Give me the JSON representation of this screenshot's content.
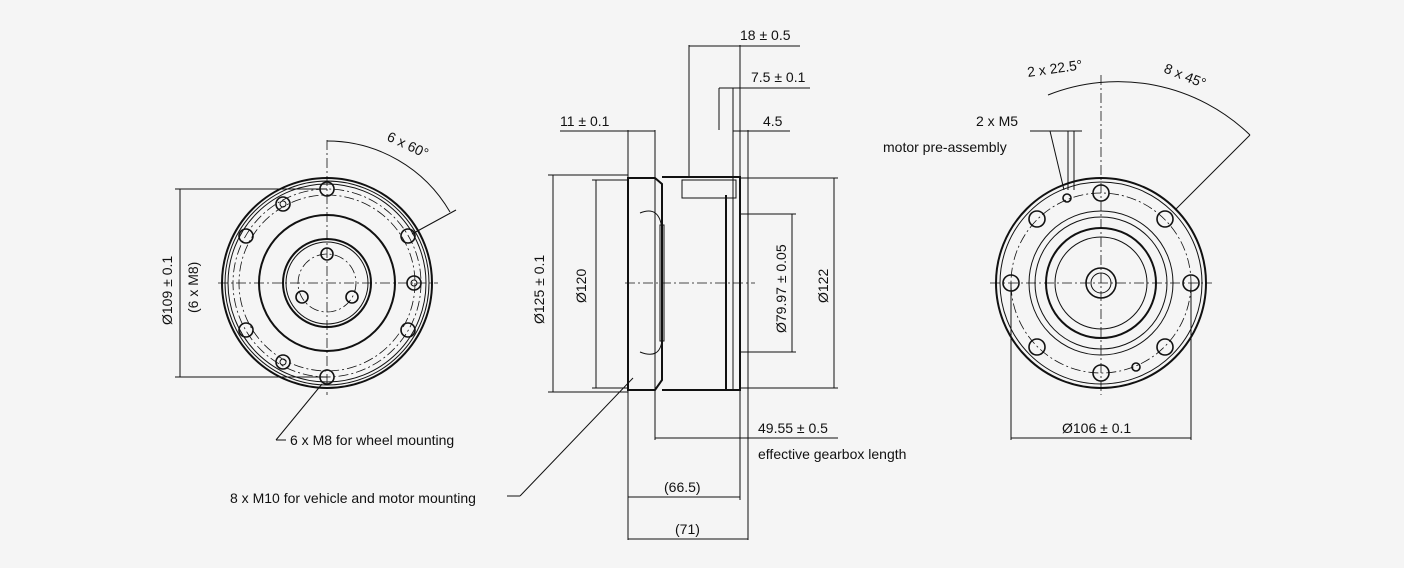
{
  "left_view": {
    "angle_label": "6 x 60°",
    "diameter_label": "Ø109 ± 0.1",
    "thread_label": "(6 x M8)",
    "callout_wheel": "6 x M8 for wheel mounting",
    "callout_vehicle": "8 x M10 for vehicle and motor mounting"
  },
  "side_view": {
    "dim_11": "11 ± 0.1",
    "dim_18": "18 ± 0.5",
    "dim_7_5": "7.5 ± 0.1",
    "dim_4_5": "4.5",
    "dia_125": "Ø125 ± 0.1",
    "dia_120": "Ø120",
    "dia_79": "Ø79.97 ± 0.05",
    "dia_122": "Ø122",
    "len_49": "49.55 ± 0.5",
    "len_note": "effective gearbox length",
    "len_66": "(66.5)",
    "len_71": "(71)"
  },
  "right_view": {
    "angle_22": "2 x 22.5°",
    "angle_45": "8 x 45°",
    "m5_label": "2 x M5",
    "m5_note": "motor pre-assembly",
    "dia_106": "Ø106 ± 0.1"
  }
}
